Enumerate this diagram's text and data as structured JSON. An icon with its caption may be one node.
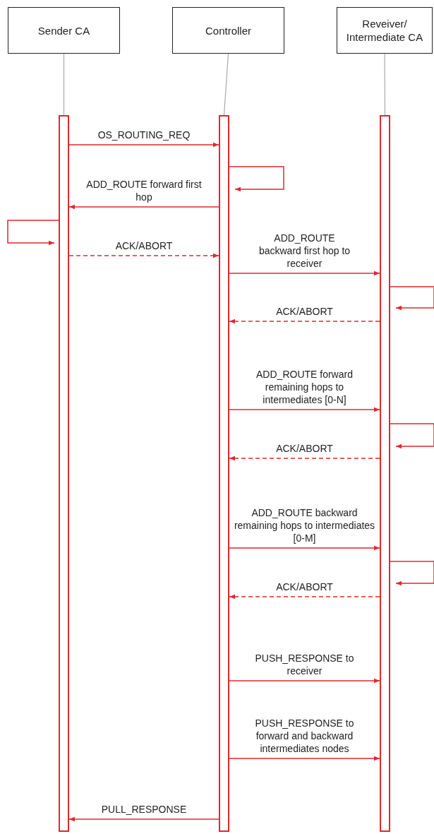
{
  "diagram": {
    "nodes": [
      {
        "text": [
          "Sender CA"
        ]
      },
      {
        "text": [
          "Controller"
        ]
      },
      {
        "text": [
          "Reveiver/ Intermediate CA"
        ]
      },
      {
        "text": [],
        "shape": "bar"
      },
      {
        "text": [],
        "shape": "bar"
      },
      {
        "text": [],
        "shape": "bar"
      }
    ],
    "edges": [
      {
        "from": 0,
        "to": 3,
        "arrow": "none",
        "color": "#aaaaaa"
      },
      {
        "from": 1,
        "to": 4,
        "arrow": "none",
        "color": "#aaaaaa"
      },
      {
        "from": 2,
        "to": 5,
        "arrow": "none",
        "color": "#aaaaaa"
      },
      {
        "from": 3,
        "to": 4,
        "arrow": "to",
        "label": "OS_ROUTING_REQ"
      },
      {
        "from": 4,
        "to": 4,
        "arrow": "to"
      },
      {
        "from": 4,
        "to": 3,
        "arrow": "to",
        "label": "ADD_ROUTE forward first hop"
      },
      {
        "from": 3,
        "to": 3,
        "arrow": "to"
      },
      {
        "from": 3,
        "to": 4,
        "arrow": "to",
        "label": "ACK/ABORT",
        "style": "dashed"
      },
      {
        "from": 4,
        "to": 5,
        "arrow": "to",
        "label": "ADD_ROUTE backward first hop to receiver"
      },
      {
        "from": 5,
        "to": 5,
        "arrow": "to"
      },
      {
        "from": 5,
        "to": 4,
        "arrow": "to",
        "label": "ACK/ABORT",
        "style": "dashed"
      },
      {
        "from": 4,
        "to": 5,
        "arrow": "to",
        "label": "ADD_ROUTE forward remaining hops to intermediates [0-N]"
      },
      {
        "from": 5,
        "to": 5,
        "arrow": "to"
      },
      {
        "from": 5,
        "to": 4,
        "arrow": "to",
        "label": "ACK/ABORT",
        "style": "dashed"
      },
      {
        "from": 4,
        "to": 5,
        "arrow": "to",
        "label": "ADD_ROUTE backward remaining hops to intermediates [0-M]"
      },
      {
        "from": 5,
        "to": 5,
        "arrow": "to"
      },
      {
        "from": 5,
        "to": 4,
        "arrow": "to",
        "label": "ACK/ABORT",
        "style": "dashed"
      },
      {
        "from": 4,
        "to": 5,
        "arrow": "to",
        "label": "PUSH_RESPONSE to receiver"
      },
      {
        "from": 4,
        "to": 5,
        "arrow": "to",
        "label": "PUSH_RESPONSE to forward and backward intermediates nodes"
      },
      {
        "from": 4,
        "to": 3,
        "arrow": "to",
        "label": "PULL_RESPONSE"
      }
    ]
  }
}
